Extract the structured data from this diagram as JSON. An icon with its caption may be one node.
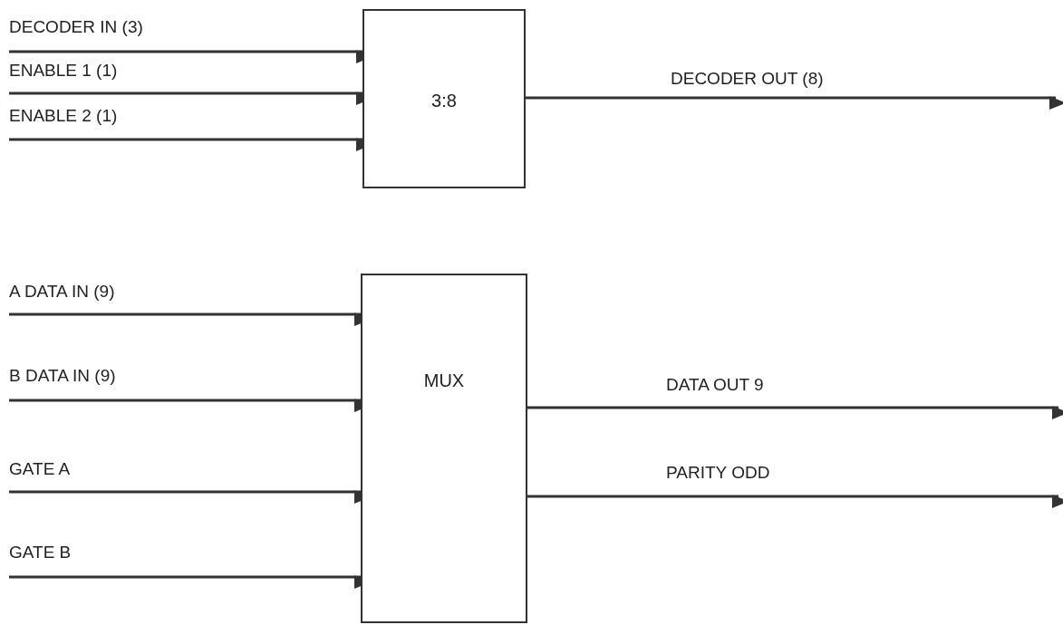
{
  "diagram": {
    "nodes": [
      {
        "text": [
          "3:8"
        ]
      },
      {
        "text": [
          "MUX"
        ]
      }
    ],
    "edges": [
      {
        "from": null,
        "to": 0,
        "arrow": "to",
        "label": "DECODER IN (3)"
      },
      {
        "from": null,
        "to": 0,
        "arrow": "to",
        "label": "ENABLE 1 (1)"
      },
      {
        "from": null,
        "to": 0,
        "arrow": "to",
        "label": "ENABLE 2 (1)"
      },
      {
        "from": 0,
        "to": null,
        "arrow": "to",
        "label": "DECODER OUT (8)"
      },
      {
        "from": null,
        "to": 1,
        "arrow": "to",
        "label": "A DATA IN (9)"
      },
      {
        "from": null,
        "to": 1,
        "arrow": "to",
        "label": "B DATA IN (9)"
      },
      {
        "from": null,
        "to": 1,
        "arrow": "to",
        "label": "GATE A"
      },
      {
        "from": null,
        "to": 1,
        "arrow": "to",
        "label": "GATE B"
      },
      {
        "from": 1,
        "to": null,
        "arrow": "to",
        "label": "DATA OUT 9"
      },
      {
        "from": 1,
        "to": null,
        "arrow": "to",
        "label": "PARITY ODD"
      }
    ]
  }
}
